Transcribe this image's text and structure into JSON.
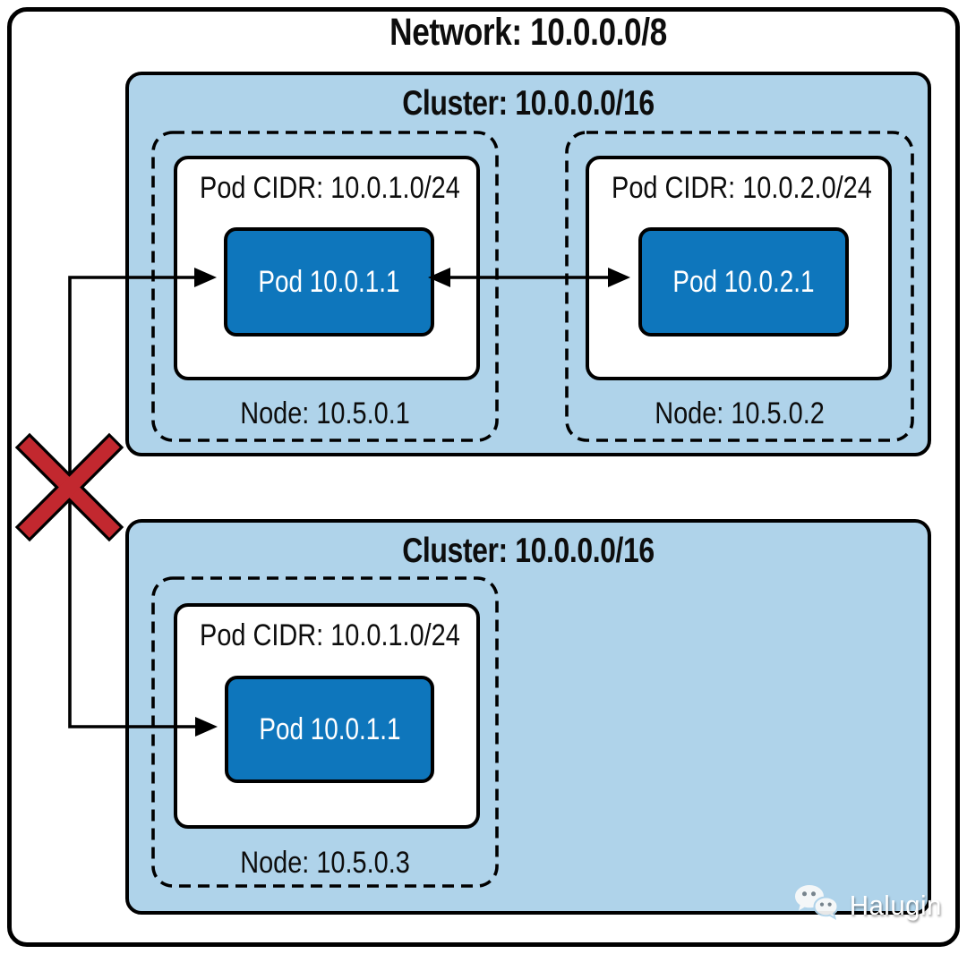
{
  "network": {
    "label": "Network: 10.0.0.0/8"
  },
  "clusters": [
    {
      "label": "Cluster: 10.0.0.0/16",
      "nodes": [
        {
          "pod_cidr": "Pod CIDR: 10.0.1.0/24",
          "pod": "Pod 10.0.1.1",
          "node": "Node: 10.5.0.1"
        },
        {
          "pod_cidr": "Pod CIDR: 10.0.2.0/24",
          "pod": "Pod 10.0.2.1",
          "node": "Node: 10.5.0.2"
        }
      ]
    },
    {
      "label": "Cluster: 10.0.0.0/16",
      "nodes": [
        {
          "pod_cidr": "Pod CIDR: 10.0.1.0/24",
          "pod": "Pod 10.0.1.1",
          "node": "Node: 10.5.0.3"
        }
      ]
    }
  ],
  "colors": {
    "pod_fill": "#0E76BC",
    "cluster_fill": "#AFD3EA",
    "blocked_x": "#C2282F",
    "line": "#000000"
  },
  "watermark": {
    "label": "Halugin",
    "icon": "wechat-icon"
  }
}
